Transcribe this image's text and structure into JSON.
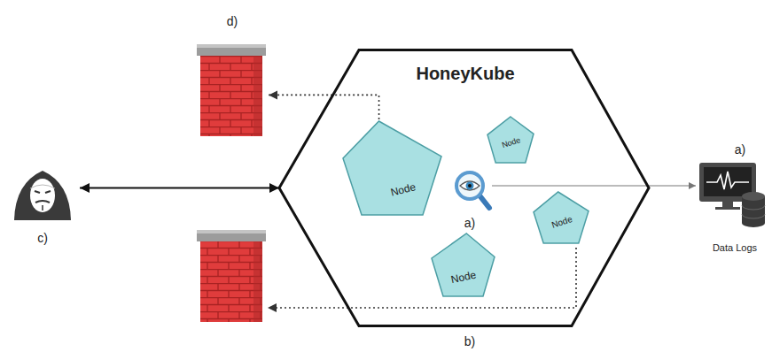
{
  "diagram": {
    "nodes": [
      {
        "text": [
          "d)"
        ]
      },
      {
        "text": [
          "c)"
        ]
      },
      {
        "text": [
          "HoneyKube"
        ]
      },
      {
        "text": [
          "Node"
        ],
        "in": 2
      },
      {
        "text": [
          "Node"
        ],
        "in": 2
      },
      {
        "text": [
          "a)"
        ],
        "in": 2
      },
      {
        "text": [
          "Node"
        ],
        "in": 2
      },
      {
        "text": [
          "Node"
        ],
        "in": 2
      },
      {
        "text": [
          "a)",
          "Data Logs"
        ]
      }
    ],
    "edges": [
      {
        "from": 3,
        "to": 0,
        "arrow": "to"
      },
      {
        "from": 1,
        "to": 2,
        "arrow": "both"
      },
      {
        "from": 5,
        "to": 8,
        "arrow": "to"
      }
    ],
    "labels": [
      "b)"
    ]
  }
}
